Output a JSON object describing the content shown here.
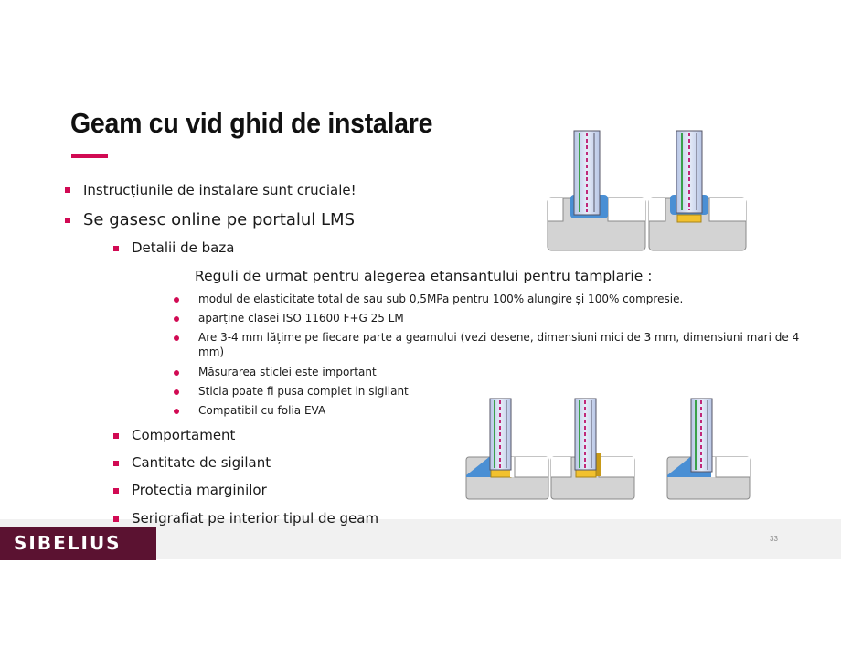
{
  "slide": {
    "title": "Geam cu vid ghid de instalare",
    "page_number": "33"
  },
  "bullets": {
    "b1": "Instrucțiunile de instalare sunt cruciale!",
    "b2": "Se gasesc online pe portalul LMS",
    "sub1": "Detalii de baza",
    "rules_heading": "Reguli de urmat pentru alegerea etansantului pentru tamplarie  :",
    "rules": [
      "modul de elasticitate total de sau sub 0,5MPa pentru 100% alungire și 100% compresie.",
      "aparține clasei ISO 11600 F+G 25 LM",
      "Are 3-4 mm lățime pe fiecare parte a geamului (vezi desene, dimensiuni mici de 3 mm, dimensiuni mari de 4",
      "mm)",
      "Măsurarea sticlei este important",
      "Sticla poate fi pusa complet in sigilant",
      "Compatibil cu folia EVA"
    ],
    "sub2": "Comportament",
    "sub3": "Cantitate de sigilant",
    "sub4": "Protectia marginilor",
    "sub5": "Serigrafiat pe interior tipul de geam"
  },
  "footer": {
    "logo_text": "SIBELIUS"
  },
  "colors": {
    "accent": "#d10a53",
    "logo_bg": "#5b1231",
    "sealant_blue": "#4a8fd4",
    "setting_block": "#f2c12e",
    "frame_gray": "#d3d3d3"
  }
}
